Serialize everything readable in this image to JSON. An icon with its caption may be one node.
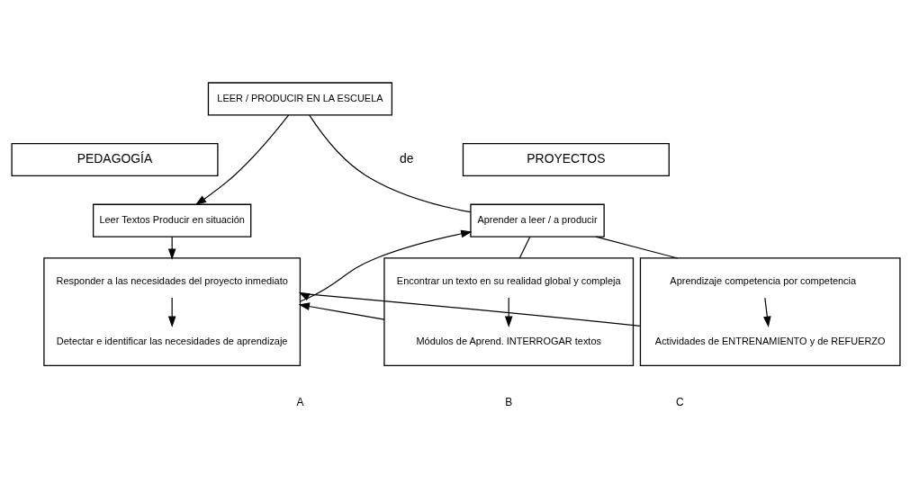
{
  "diagram": {
    "nodes": [
      {
        "text": [
          "LEER / PRODUCIR EN LA ESCUELA"
        ]
      },
      {
        "text": [
          "PEDAGOGÍA"
        ]
      },
      {
        "text": [
          "PROYECTOS"
        ]
      },
      {
        "text": [
          "Leer Textos Producir en situación"
        ]
      },
      {
        "text": [],
        "shape": "box"
      },
      {
        "text": [
          "Responder a las necesidades del proyecto inmediato"
        ],
        "in": 4
      },
      {
        "text": [
          "Detectar e identificar las necesidades de aprendizaje"
        ],
        "in": 4
      },
      {
        "text": [
          "Aprender a leer / a producir"
        ]
      },
      {
        "text": [],
        "shape": "box"
      },
      {
        "text": [
          "Encontrar un texto en su realidad global y compleja"
        ],
        "in": 8
      },
      {
        "text": [
          "Módulos de Aprend. INTERROGAR textos"
        ],
        "in": 8
      },
      {
        "text": [],
        "shape": "box"
      },
      {
        "text": [
          "Aprendizaje competencia por competencia"
        ],
        "in": 11
      },
      {
        "text": [
          "Actividades de ENTRENAMIENTO y de REFUERZO"
        ],
        "in": 11
      }
    ],
    "edges": [
      {
        "from": 0,
        "to": 3,
        "arrow": "to"
      },
      {
        "from": 0,
        "to": 7,
        "arrow": "none"
      },
      {
        "from": 3,
        "to": 4,
        "arrow": "to"
      },
      {
        "from": 5,
        "to": 6,
        "arrow": "to"
      },
      {
        "from": 4,
        "to": 7,
        "arrow": "to"
      },
      {
        "from": 7,
        "to": 8,
        "arrow": "none"
      },
      {
        "from": 7,
        "to": 11,
        "arrow": "none"
      },
      {
        "from": 9,
        "to": 10,
        "arrow": "to"
      },
      {
        "from": 12,
        "to": 13,
        "arrow": "to"
      },
      {
        "from": 8,
        "to": 4,
        "arrow": "to"
      },
      {
        "from": 11,
        "to": 4,
        "arrow": "to"
      }
    ],
    "labels": [
      "de",
      "A",
      "B",
      "C"
    ]
  }
}
